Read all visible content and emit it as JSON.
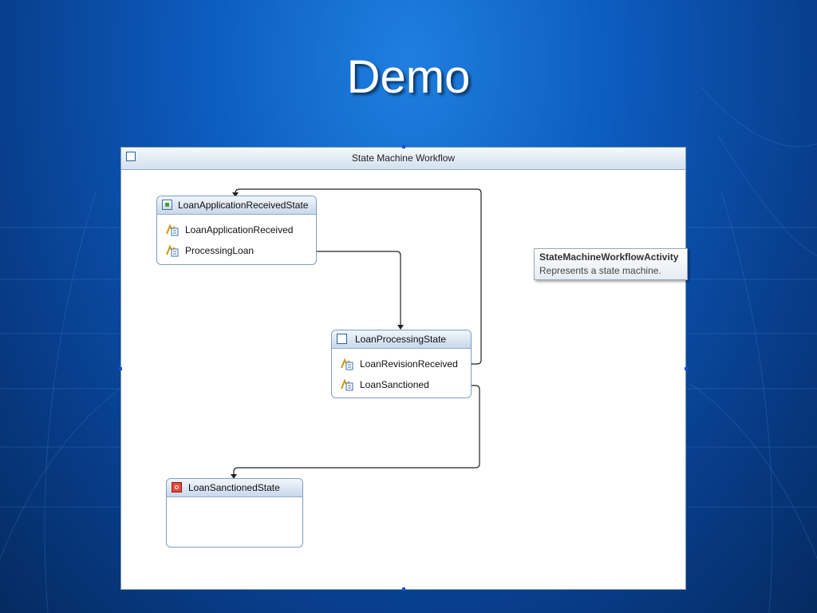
{
  "slide": {
    "title": "Demo"
  },
  "designer": {
    "title": "State Machine Workflow"
  },
  "states": {
    "application_received": {
      "name": "LoanApplicationReceivedState",
      "events": [
        "LoanApplicationReceived",
        "ProcessingLoan"
      ]
    },
    "processing": {
      "name": "LoanProcessingState",
      "events": [
        "LoanRevisionReceived",
        "LoanSanctioned"
      ]
    },
    "sanctioned": {
      "name": "LoanSanctionedState"
    }
  },
  "tooltip": {
    "title": "StateMachineWorkflowActivity",
    "description": "Represents a state machine."
  },
  "colors": {
    "background": "#0d5cc0",
    "connector": "#222222",
    "state_border": "#7d9ec6"
  }
}
